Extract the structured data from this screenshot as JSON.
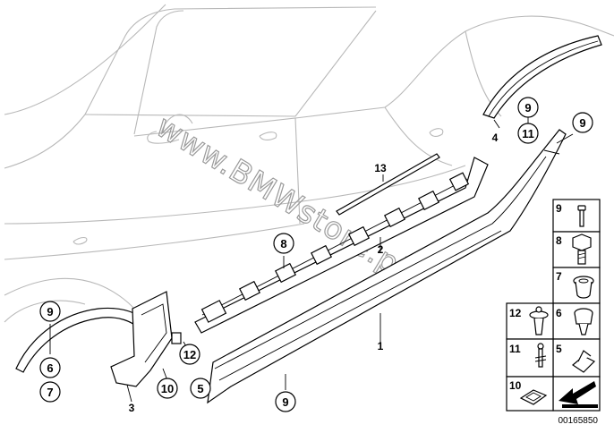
{
  "diagram": {
    "watermark": "www.BMWstore.pl",
    "document_number": "00165850",
    "callouts": {
      "c9_top": "9",
      "c11": "11",
      "c9_right": "9",
      "c8_center": "8",
      "c9_left": "9",
      "c6": "6",
      "c7": "7",
      "c12": "12",
      "c10": "10",
      "c5": "5",
      "c9_bottom": "9"
    },
    "labels": {
      "l4": "4",
      "l13": "13",
      "l2": "2",
      "l1": "1",
      "l3": "3"
    },
    "legend": [
      {
        "num": "9",
        "icon": "rivet-icon"
      },
      {
        "num": "8",
        "icon": "hex-bolt-icon"
      },
      {
        "num": "7",
        "icon": "grommet-icon"
      },
      {
        "num": "12",
        "icon": "push-clip-icon"
      },
      {
        "num": "6",
        "icon": "expanding-nut-icon"
      },
      {
        "num": "11",
        "icon": "screw-clip-icon"
      },
      {
        "num": "5",
        "icon": "spring-clip-icon"
      },
      {
        "num": "10",
        "icon": "clip-nut-icon"
      },
      {
        "num": "",
        "icon": "arrow-icon"
      }
    ]
  }
}
